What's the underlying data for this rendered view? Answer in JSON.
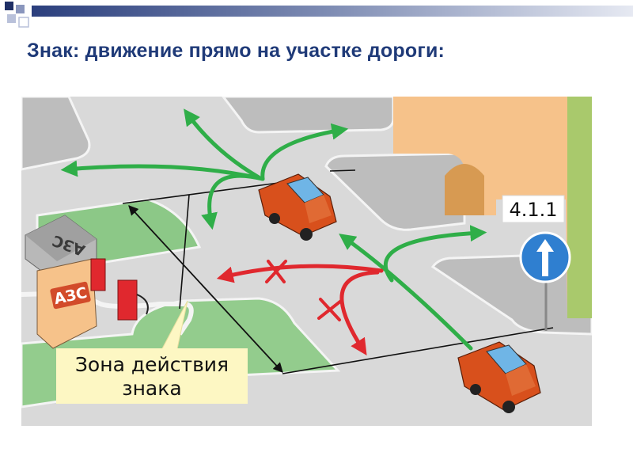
{
  "slide": {
    "title": "Знак: движение прямо на участке дороги:",
    "accent_colors": [
      "#1f3a78",
      "#6a7aa8",
      "#c9d1e6"
    ]
  },
  "diagram": {
    "sign_number": "4.1.1",
    "sign_icon": "straight-arrow-sign-icon",
    "gas_station_label_front": "АЗС",
    "gas_station_label_roof": "АЗС",
    "callout_line1": "Зона действия",
    "callout_line2": "знака",
    "colors": {
      "allowed_arrow": "#2fae48",
      "forbidden_arrow": "#e0282e",
      "car_body": "#d8501c",
      "sign_blue": "#2f7fd0",
      "building": "#f6c28a",
      "grass": "#8cc887",
      "road": "#d7d7d7"
    }
  }
}
